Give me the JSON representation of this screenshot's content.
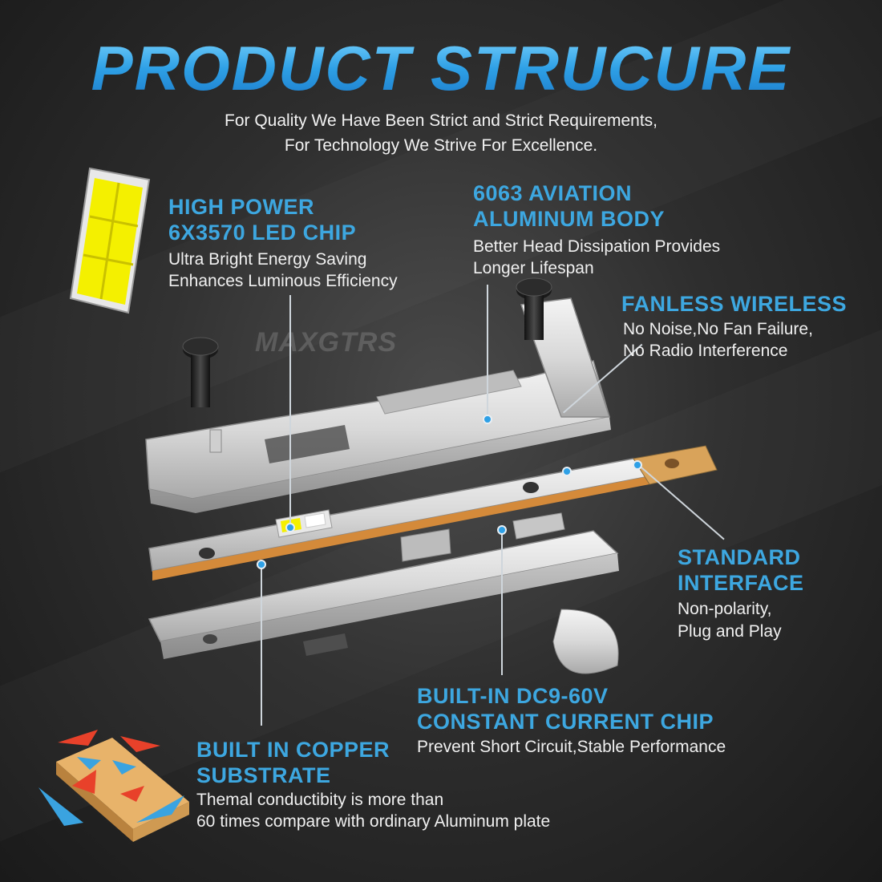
{
  "title": "PRODUCT STRUCURE",
  "subtitle": {
    "line1": "For Quality We Have Been Strict and Strict Requirements,",
    "line2": "For Technology We Strive For Excellence."
  },
  "watermark": "MAXGTRS",
  "features": {
    "led_chip": {
      "heading1": "HIGH POWER",
      "heading2": "6X3570 LED CHIP",
      "desc1": "Ultra Bright Energy Saving",
      "desc2": "Enhances Luminous Efficiency"
    },
    "aluminum_body": {
      "heading1": "6063 AVIATION",
      "heading2": "ALUMINUM BODY",
      "desc1": "Better Head Dissipation Provides",
      "desc2": "Longer Lifespan"
    },
    "fanless": {
      "heading1": "FANLESS WIRELESS",
      "desc1": "No Noise,No Fan Failure,",
      "desc2": "No Radio Interference"
    },
    "interface": {
      "heading1": "STANDARD",
      "heading2": "INTERFACE",
      "desc1": "Non-polarity,",
      "desc2": "Plug and Play"
    },
    "driver_chip": {
      "heading1": "BUILT-IN DC9-60V",
      "heading2": "CONSTANT CURRENT CHIP",
      "desc1": "Prevent Short Circuit,Stable Performance"
    },
    "copper": {
      "heading1": "BUILT IN COPPER",
      "heading2": "SUBSTRATE",
      "desc1": "Themal conductibity is more than",
      "desc2": "60 times compare with ordinary Aluminum plate"
    }
  },
  "colors": {
    "accent_blue": "#3da7e0",
    "led_yellow": "#f4f000",
    "copper": "#d9a35a"
  }
}
